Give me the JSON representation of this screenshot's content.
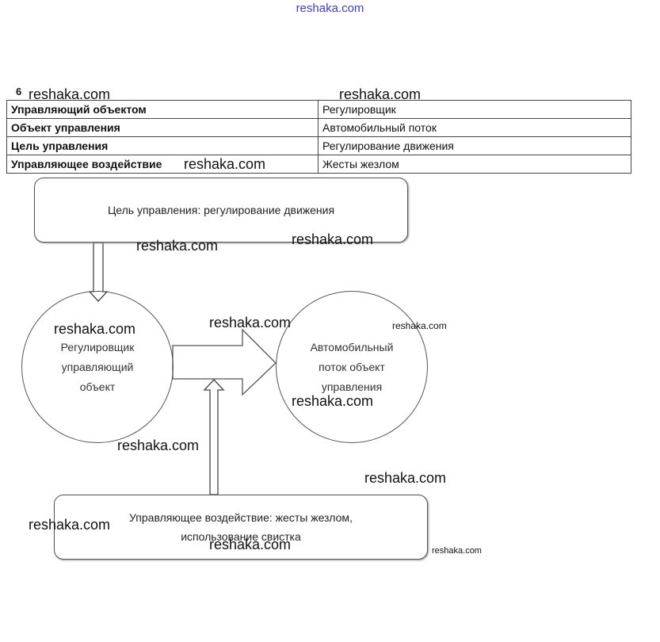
{
  "watermark": {
    "top": "reshaka.com",
    "text": "reshaka.com"
  },
  "task_number": "6",
  "table": {
    "rows": [
      {
        "label": "Управляющий объектом",
        "value": "Регулировщик"
      },
      {
        "label": "Объект управления",
        "value": "Автомобильный поток"
      },
      {
        "label": "Цель управления",
        "value": "Регулирование движения"
      },
      {
        "label": "Управляющее воздействие",
        "value": "Жесты жезлом"
      }
    ]
  },
  "diagram": {
    "goal_box": "Цель управления: регулирование движения",
    "controller_circle": "Регулировщик управляющий объект",
    "object_circle": "Автомобильный поток объект управления",
    "action_box_line1": "Управляющее воздействие: жесты жезлом,",
    "action_box_line2": "использование свистка"
  }
}
